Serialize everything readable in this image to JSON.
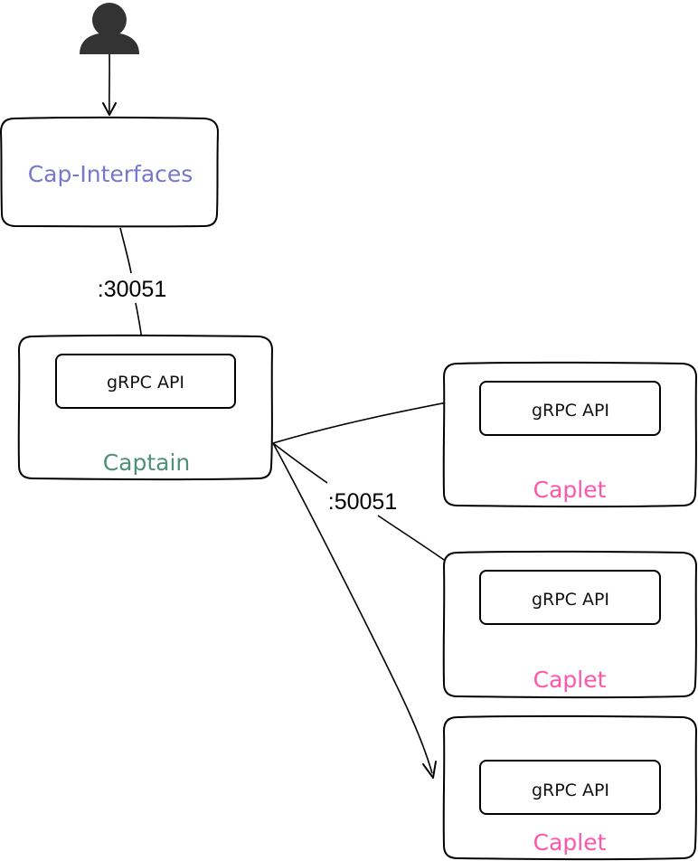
{
  "nodes": {
    "cap_interfaces": {
      "label": "Cap-Interfaces",
      "color": "#7777cc"
    },
    "captain": {
      "label": "Captain",
      "api_label": "gRPC API",
      "color": "#4e8f7e"
    },
    "caplet_1": {
      "label": "Caplet",
      "api_label": "gRPC API",
      "color": "#ff55aa"
    },
    "caplet_2": {
      "label": "Caplet",
      "api_label": "gRPC API",
      "color": "#ff55aa"
    },
    "caplet_3": {
      "label": "Caplet",
      "api_label": "gRPC API",
      "color": "#ff55aa"
    }
  },
  "edges": {
    "user_to_interfaces": {
      "label": ""
    },
    "interfaces_to_captain": {
      "label": ":30051"
    },
    "captain_to_caplets": {
      "label": ":50051"
    }
  },
  "icons": {
    "user": "user-icon"
  }
}
